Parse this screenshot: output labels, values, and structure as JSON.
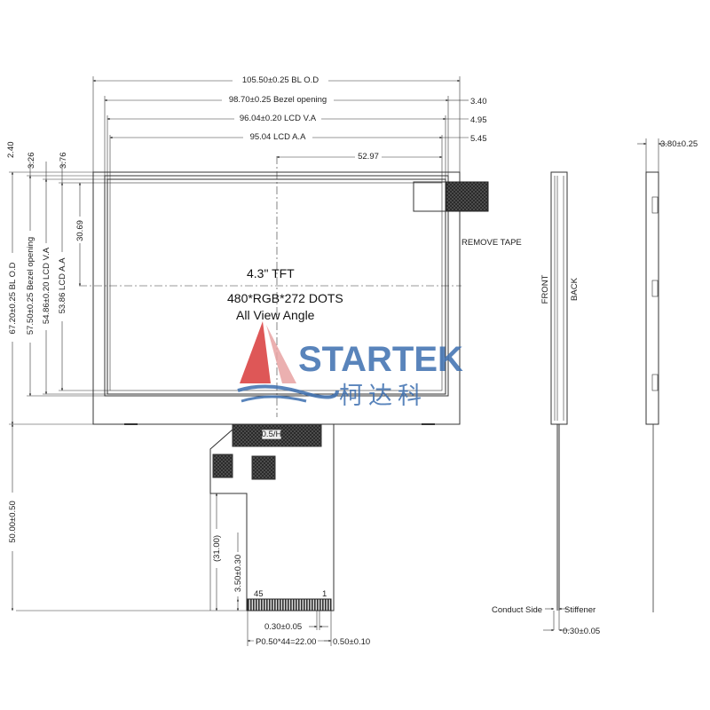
{
  "dimensions_top": {
    "bl_od": "105.50±0.25 BL O.D",
    "bezel_opening": "98.70±0.25  Bezel opening",
    "lcd_va": "96.04±0.20 LCD V.A",
    "lcd_aa": "95.04 LCD A.A",
    "offset_bl": "3.40",
    "offset_va": "4.95",
    "offset_aa": "5.45",
    "center_x": "52.97"
  },
  "dimensions_left": {
    "offset_a": "2.40",
    "offset_b": "3.26",
    "offset_c": "3.76",
    "bl_od": "67.20±0.25 BL O.D",
    "bezel_opening": "57.50±0.25  Bezel opening",
    "lcd_va": "54.86±0.20 LCD V.A",
    "lcd_aa": "53.86 LCD A.A",
    "center_y": "30.69",
    "total_height": "50.00±0.50"
  },
  "panel": {
    "size_label": "4.3\" TFT",
    "resolution": "480*RGB*272 DOTS",
    "view_angle": "All View Angle",
    "remove_tape": "REMOVE TAPE"
  },
  "fpc": {
    "length": "(31.00)",
    "stiffener_len": "3.50±0.30",
    "finger_width": "0.30±0.05",
    "pitch": "P0.50*44=22.00",
    "edge_gap": "0.50±0.10",
    "pin_first": "45",
    "pin_last": "1",
    "chip_label": "0.5/H"
  },
  "side_view": {
    "thickness": "3.80±0.25",
    "front": "FRONT",
    "back": "BACK",
    "conduct_side": "Conduct Side",
    "stiffener": "Stiffener",
    "fpc_thickness": "0.30±0.05"
  },
  "watermark": {
    "brand": "STARTEK",
    "brand_cn": "柯达科",
    "brand_color": "#3d6fb0",
    "accent_color": "#d93a3a"
  }
}
